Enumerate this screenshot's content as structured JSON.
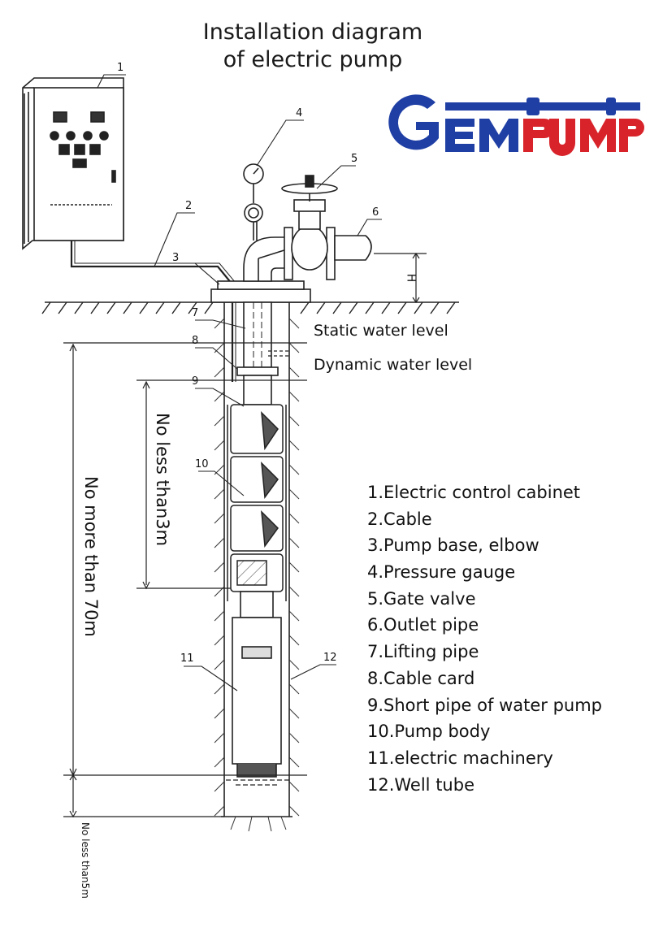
{
  "title_line1": "Installation diagram",
  "title_line2": "of electric pump",
  "logo": {
    "text": "GEMPUMP",
    "colors": {
      "g": "#1f3fa5",
      "em": "#1f3fa5",
      "pump": "#d8232a"
    }
  },
  "legend": [
    "1.Electric control cabinet",
    "2.Cable",
    "3.Pump base, elbow",
    "4.Pressure gauge",
    "5.Gate valve",
    "6.Outlet pipe",
    "7.Lifting pipe",
    "8.Cable card",
    "9.Short pipe of water pump",
    "10.Pump body",
    "11.electric machinery",
    "12.Well tube"
  ],
  "labels": {
    "static_water": "Static water level",
    "dynamic_water": "Dynamic water level",
    "dim_70m": "No more than 70m",
    "dim_3m": "No less than3m",
    "dim_5m": "No less than5m",
    "h": "H"
  },
  "callouts": [
    "1",
    "2",
    "3",
    "4",
    "5",
    "6",
    "7",
    "8",
    "9",
    "10",
    "11",
    "12"
  ]
}
